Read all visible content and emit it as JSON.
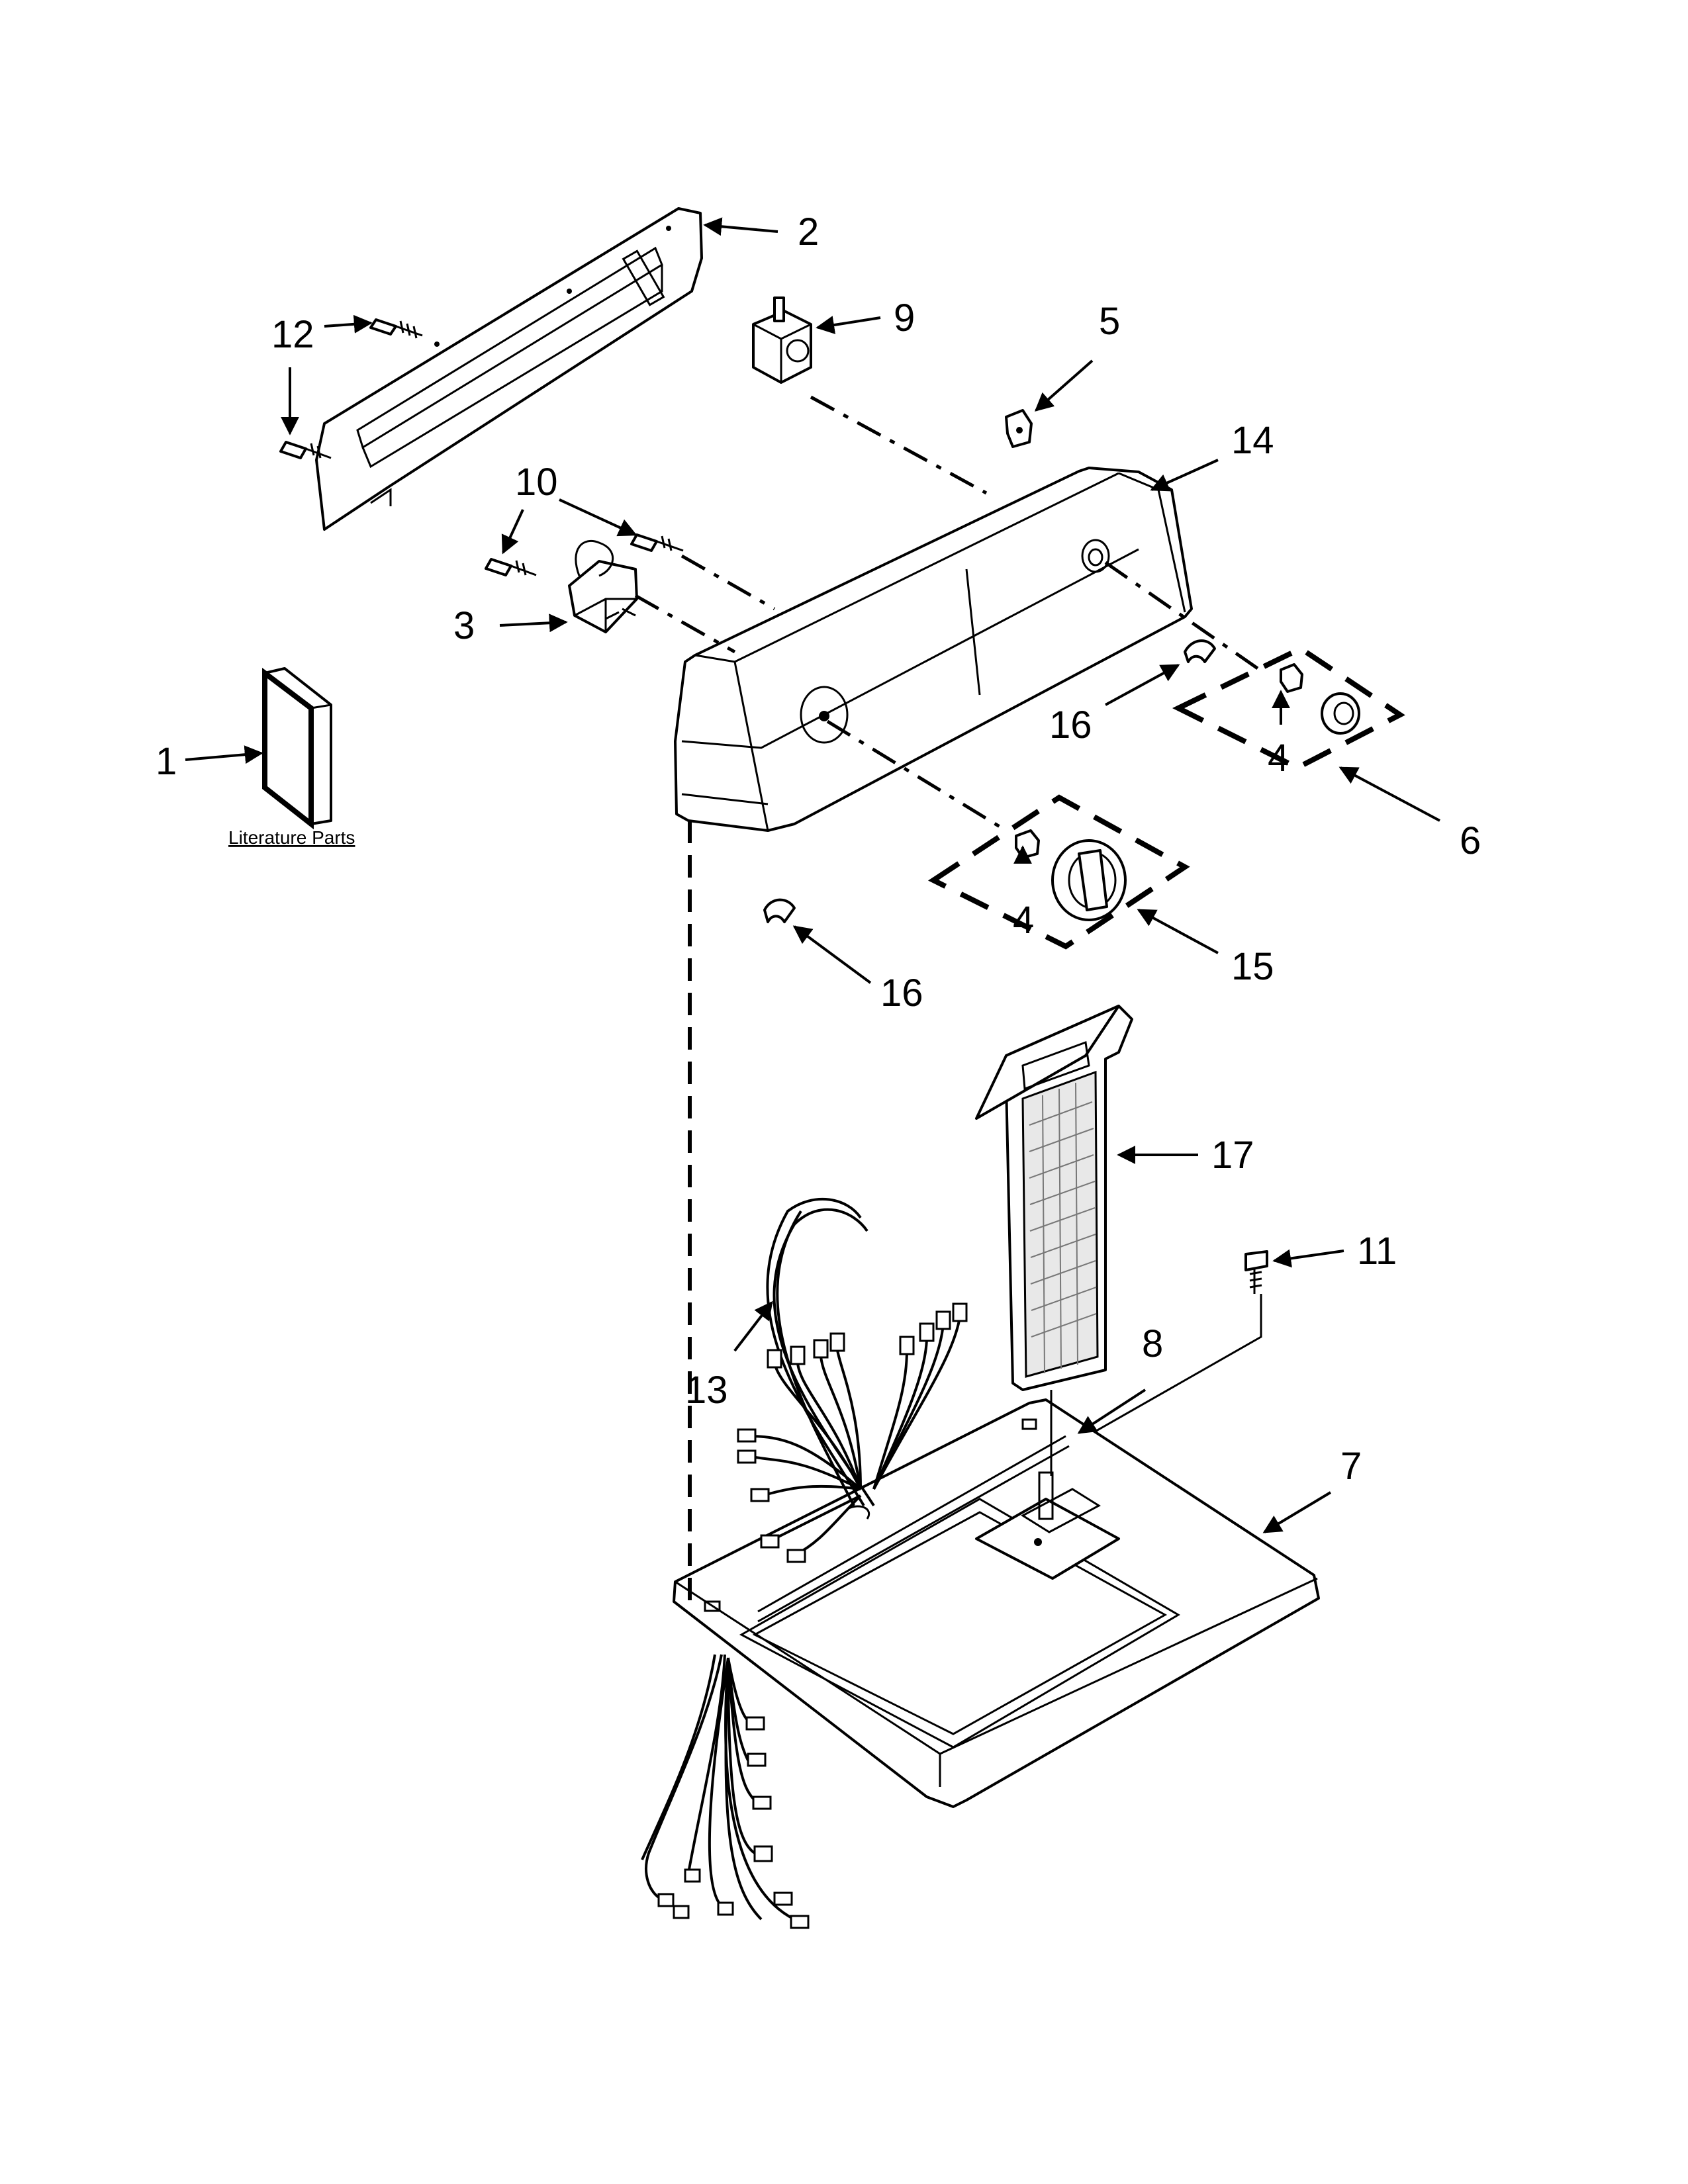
{
  "labels": {
    "p1": "1",
    "p2": "2",
    "p3": "3",
    "p4a": "4",
    "p4b": "4",
    "p5": "5",
    "p6": "6",
    "p7": "7",
    "p8": "8",
    "p9": "9",
    "p10": "10",
    "p11": "11",
    "p12": "12",
    "p13": "13",
    "p14": "14",
    "p15": "15",
    "p16a": "16",
    "p16b": "16",
    "p17": "17"
  },
  "literature_caption": "Literature Parts",
  "colors": {
    "line": "#000000",
    "background": "#ffffff"
  }
}
